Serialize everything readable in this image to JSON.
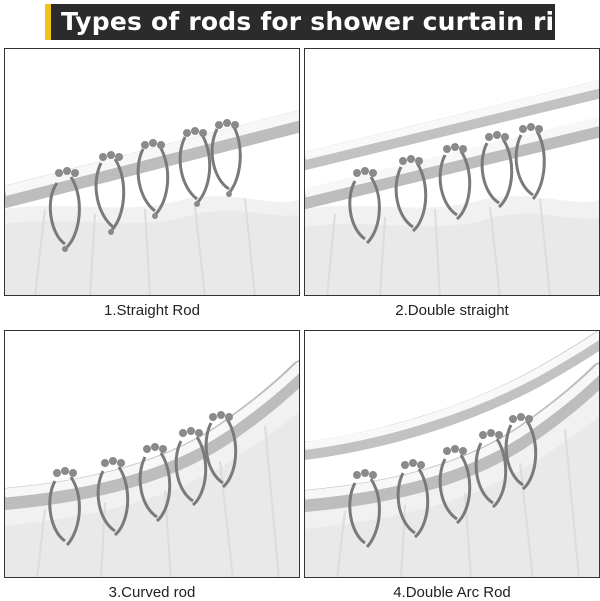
{
  "title": "Types of rods for shower curtain rings",
  "colors": {
    "banner": "#2b2b2b",
    "accent": "#f2c21b",
    "rod": "#e4e4e4",
    "ring": "#7a7a7a"
  },
  "panels": [
    {
      "caption": "1.Straight Rod"
    },
    {
      "caption": "2.Double straight"
    },
    {
      "caption": "3.Curved rod"
    },
    {
      "caption": "4.Double Arc Rod"
    }
  ]
}
